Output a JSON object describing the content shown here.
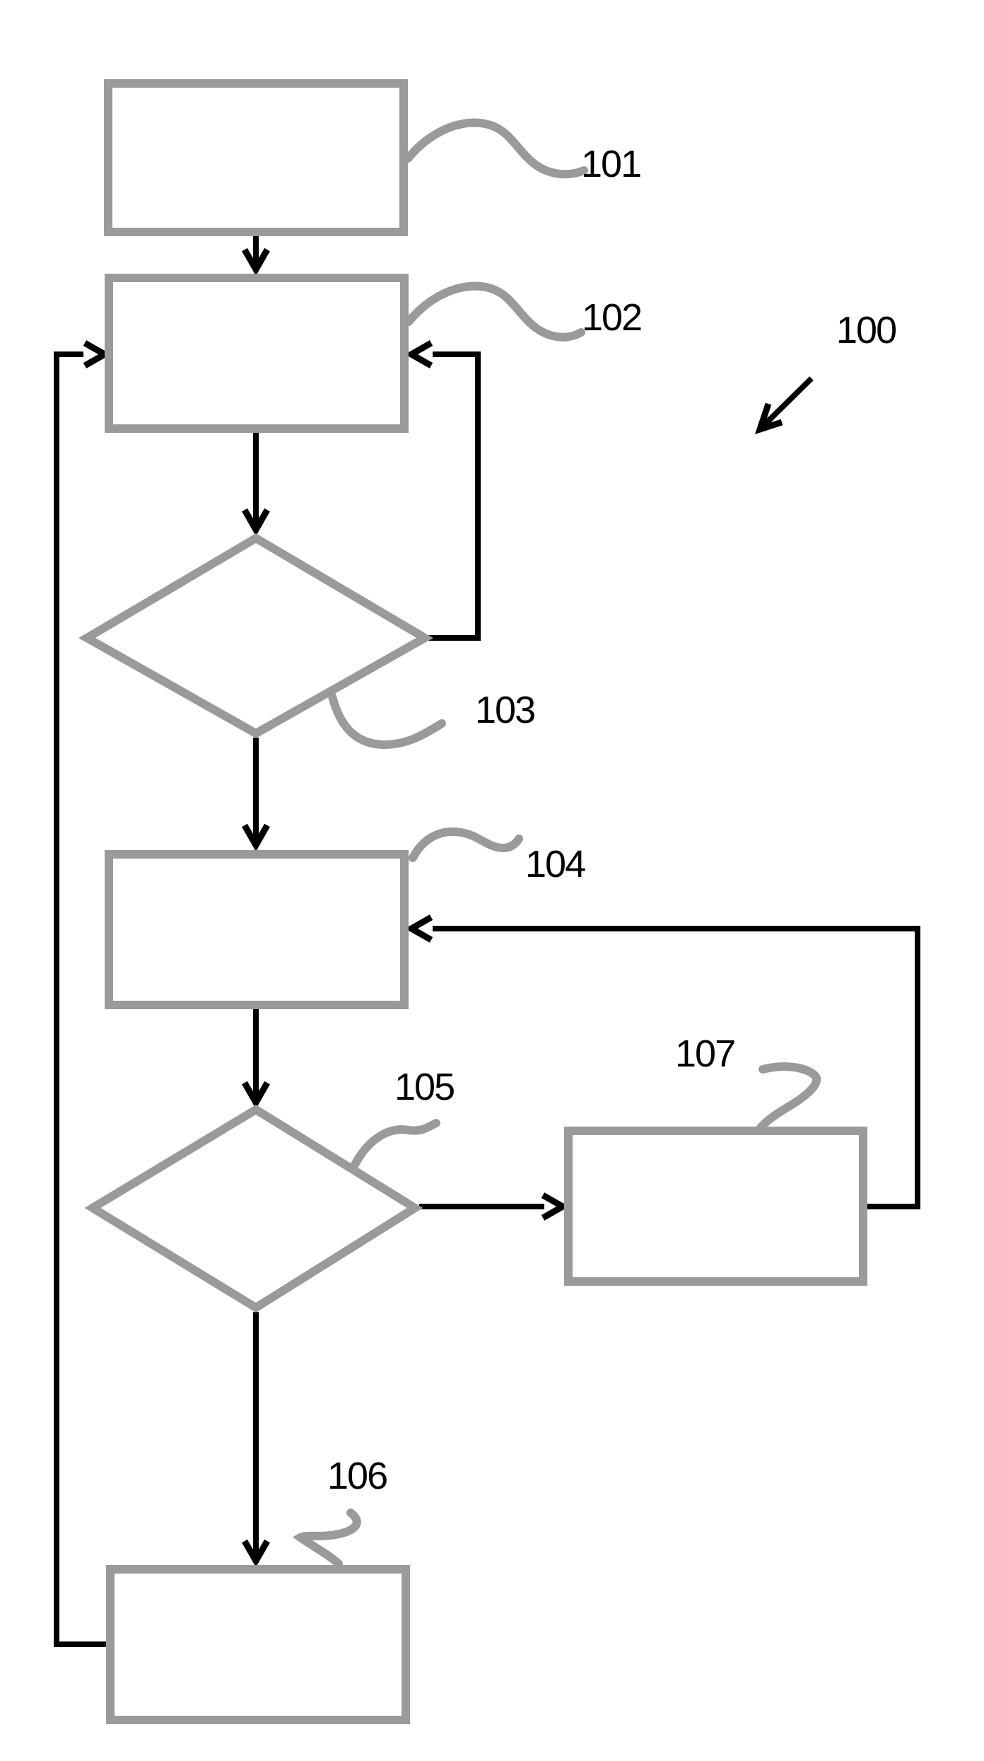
{
  "figure": {
    "type": "patent-style flowchart",
    "colors": {
      "background": "#ffffff",
      "shape_outline": "#9a9a9a",
      "connector": "#000000",
      "label_text": "#000000"
    },
    "labels": {
      "overall": "100",
      "step_101": "101",
      "step_102": "102",
      "decision_103": "103",
      "step_104": "104",
      "decision_105": "105",
      "step_106": "106",
      "step_107": "107"
    },
    "structure": {
      "nodes": [
        {
          "id": "101",
          "type": "process",
          "text": ""
        },
        {
          "id": "102",
          "type": "process",
          "text": ""
        },
        {
          "id": "103",
          "type": "decision",
          "text": ""
        },
        {
          "id": "104",
          "type": "process",
          "text": ""
        },
        {
          "id": "105",
          "type": "decision",
          "text": ""
        },
        {
          "id": "106",
          "type": "process",
          "text": ""
        },
        {
          "id": "107",
          "type": "process",
          "text": ""
        }
      ],
      "edges": [
        {
          "from": "101",
          "to": "102",
          "route": "straight-down"
        },
        {
          "from": "102",
          "to": "103",
          "route": "straight-down"
        },
        {
          "from": "103",
          "to": "102",
          "route": "right-side-loop-up"
        },
        {
          "from": "103",
          "to": "104",
          "route": "straight-down"
        },
        {
          "from": "104",
          "to": "105",
          "route": "straight-down"
        },
        {
          "from": "105",
          "to": "107",
          "route": "right"
        },
        {
          "from": "107",
          "to": "104",
          "route": "right-side-loop-up"
        },
        {
          "from": "105",
          "to": "106",
          "route": "straight-down"
        },
        {
          "from": "106",
          "to": "102",
          "route": "left-side-loop-up"
        }
      ]
    }
  }
}
